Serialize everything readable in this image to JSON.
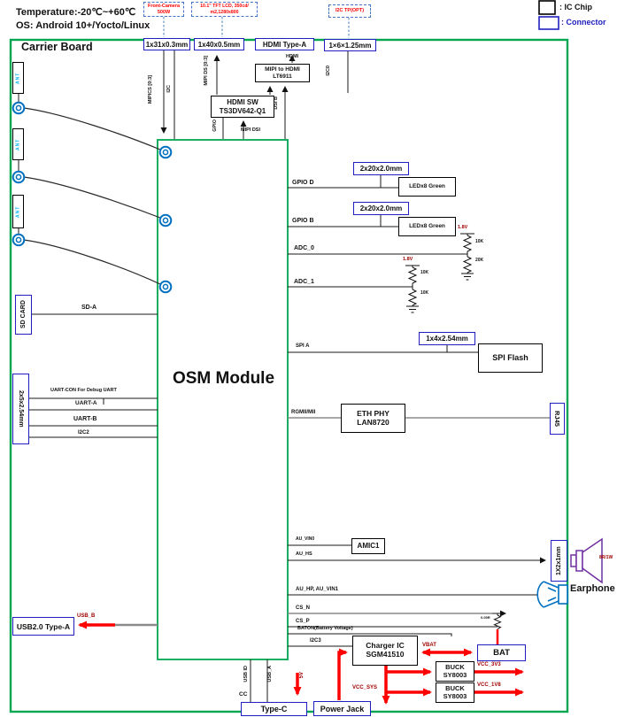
{
  "header": {
    "temperature": "Temperature:-20℃~+60℃",
    "os": "OS: Android 10+/Yocto/Linux",
    "board": "Carrier Board"
  },
  "legend": {
    "ic_chip": ": IC Chip",
    "connector": ": Connector"
  },
  "peripherals": {
    "camera_l1": "Front-Camera",
    "camera_l2": "500W",
    "lcd_l1": "10.1\" TFT LCD, 350cd/",
    "lcd_l2": "m2,1280x800",
    "touch": "I2C TP(OPT)"
  },
  "connectors": {
    "camera": "1x31x0.3mm",
    "lcd": "1x40x0.5mm",
    "hdmi": "HDMI Type-A",
    "i2c": "1×6×1.25mm",
    "gpio_d": "2x20x2.0mm",
    "gpio_b": "2x20x2.0mm",
    "spi": "1x4x2.54mm",
    "rj45": "RJ45",
    "sd": "SD CARD",
    "uart": "2x5x2.54mm",
    "usb_a": "USB2.0 Type-A",
    "type_c": "Type-C",
    "power_jack": "Power Jack",
    "battery": "BAT",
    "speaker": "1X2x1mm",
    "earphone": "Earphone",
    "ant1": "ANT",
    "ant2": "ANT",
    "ant3": "ANT"
  },
  "chips": {
    "osm": "OSM Module",
    "hdmi_sw_l1": "HDMI SW",
    "hdmi_sw_l2": "TS3DV642-Q1",
    "bridge_l1": "MIPI to HDMI",
    "bridge_l2": "LT6911",
    "led_d": "LEDx8 Green",
    "led_b": "LEDx8 Green",
    "spi_flash": "SPI Flash",
    "eth_l1": "ETH PHY",
    "eth_l2": "LAN8720",
    "amic": "AMIC1",
    "charger_l1": "Charger IC",
    "charger_l2": "SGM41510",
    "buck1_l1": "BUCK",
    "buck1_l2": "SY8003",
    "buck2_l1": "BUCK",
    "buck2_l2": "SY8003"
  },
  "signals": {
    "mipi_cs": "MIPICS [0:3]",
    "i2c_cam": "I2C",
    "mipi_ds": "MIPI DS [0:3]",
    "gpio": "GPIO",
    "mipi_dsi": "MIPI DSI",
    "dsi_b": "DSI B",
    "hdmi": "HDMI",
    "i2c0": "I2C0",
    "gpio_d": "GPIO D",
    "gpio_b": "GPIO B",
    "adc0": "ADC_0",
    "adc1": "ADC_1",
    "spi_a": "SPI A",
    "rgmii": "RGMII/MII",
    "sd_a": "SD-A",
    "uart_con": "UART-CON For Debug UART",
    "uart_a": "UART-A",
    "uart_b": "UART-B",
    "i2c2": "I2C2",
    "au_vin0": "AU_VIN0",
    "au_hs": "AU_HS",
    "au_hp": "AU_HP,  AU_VIN1",
    "cs_n": "CS_N",
    "cs_p": "CS_P",
    "baton": "BATON(Battery Voltage)",
    "i2c3": "I2C3",
    "usb_b": "USB_B",
    "usb_id": "USB ID",
    "usb_a": "USB_A",
    "cc": "CC",
    "v5": "5V",
    "vbat": "VBAT",
    "vcc_sys": "VCC_SYS",
    "vcc_3v3": "VCC_3V3",
    "vcc_1v8": "VCC_1V8"
  },
  "values": {
    "v18_a": "1.8V",
    "v18_b": "1.8V",
    "r10k_a": "10K",
    "r20k": "20K",
    "r10k_b": "10K",
    "r10k_c": "10K",
    "shunt": "0.05R",
    "speaker_power": "8R/1W"
  },
  "colors": {
    "board_green": "#00a651",
    "connector_blue": "#2020c0",
    "wire_red": "#ff0000",
    "speaker_purple": "#7030a0",
    "jack_blue": "#0070c0",
    "ant_cyan": "#00b0f0"
  }
}
